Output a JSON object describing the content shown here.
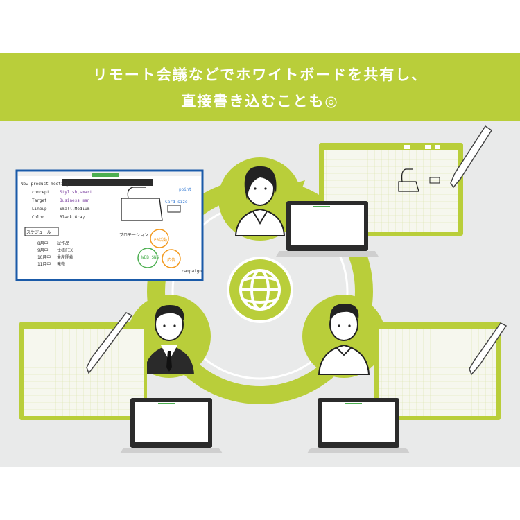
{
  "banner": {
    "line1": "リモート会議などでホワイトボードを共有し、",
    "line2": "直接書き込むことも◎"
  },
  "colors": {
    "accent": "#b9ce3a",
    "background": "#e9eaea",
    "ink": "#222222",
    "orange": "#f39a1e",
    "green": "#4caf50",
    "purple": "#7b3fa0",
    "blue": "#3b7fd6"
  },
  "whiteboard_main": {
    "heading": "New product meeting",
    "items": [
      {
        "label": "concept",
        "value": "Stylish,smart"
      },
      {
        "label": "Target",
        "value": "Business man"
      },
      {
        "label": "Lineup",
        "value": "Small,Medium"
      },
      {
        "label": "Color",
        "value": "Black,Gray"
      }
    ],
    "schedule_title": "スケジュール",
    "schedule": [
      {
        "date": "8月中",
        "task": "試作品"
      },
      {
        "date": "9月中",
        "task": "仕様FIX"
      },
      {
        "date": "10月中",
        "task": "量産開始"
      },
      {
        "date": "11月中",
        "task": "発売"
      }
    ],
    "note_cardsize": "Card size",
    "note_point": "point",
    "circle_a": "PR活動",
    "circle_b": "WEB SNS",
    "circle_c": "広告",
    "promo": "プロモーション",
    "campaign": "campaign"
  },
  "icons": {
    "globe": "globe-icon",
    "pen": "stylus-pen-icon",
    "laptop": "laptop-icon",
    "person": "person-icon"
  }
}
